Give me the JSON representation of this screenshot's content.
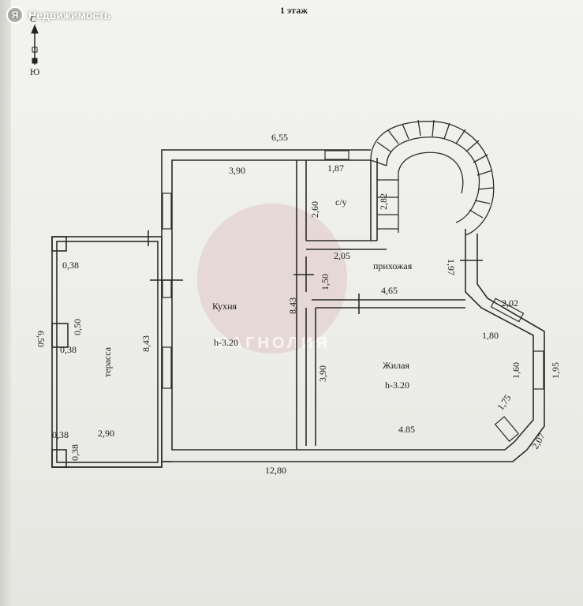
{
  "brand": {
    "logo_letter": "Я",
    "name": "Недвижимость"
  },
  "plan": {
    "title": "1 этаж",
    "compass": {
      "north": "С",
      "south": "Ю"
    },
    "watermark": "МАГНОЛИЯ",
    "rooms": {
      "kitchen": {
        "name": "Кухня",
        "height": "h-3.20"
      },
      "living": {
        "name": "Жилая",
        "height": "h-3.20"
      },
      "hall": {
        "name": "прихожая"
      },
      "bathroom": {
        "name": "с/у"
      },
      "terrace": {
        "name": "терасса"
      }
    },
    "dimensions": {
      "top_total": "6,55",
      "kitchen_top": "3,90",
      "bath_top": "1,87",
      "bath_side": "2,60",
      "stair": "2,82",
      "bath_bottom": "2,05",
      "hall_side": "1,50",
      "hall_right": "1,97",
      "hall_bottom": "4,65",
      "kitchen_side": "8,43",
      "living_side": "3,90",
      "bay_1": "2,02",
      "bay_2": "1,80",
      "bay_3": "1,60",
      "bay_4": "1,95",
      "bay_5": "1,75",
      "bay_6": "2,07",
      "living_bottom": "4.85",
      "bottom_total": "12,80",
      "terrace_side_outer": "6,50",
      "terrace_side_inner": "8,43",
      "terrace_bottom": "2,90",
      "col_1": "0,38",
      "col_2": "0,38",
      "col_3": "0,38",
      "col_4": "0,38",
      "col_5": "0,50"
    }
  },
  "colors": {
    "wall": "#2b2b2b",
    "line": "#333333",
    "watermark": "#cd8c8c"
  }
}
